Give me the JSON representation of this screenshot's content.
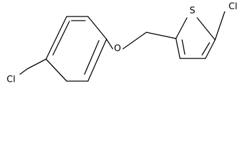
{
  "molecule": {
    "atoms": {
      "cl_left": "Cl",
      "oxygen": "O",
      "sulfur": "S",
      "cl_right": "Cl"
    },
    "colors": {
      "bond": "#000000",
      "label": "#000000",
      "background": "#ffffff"
    }
  }
}
